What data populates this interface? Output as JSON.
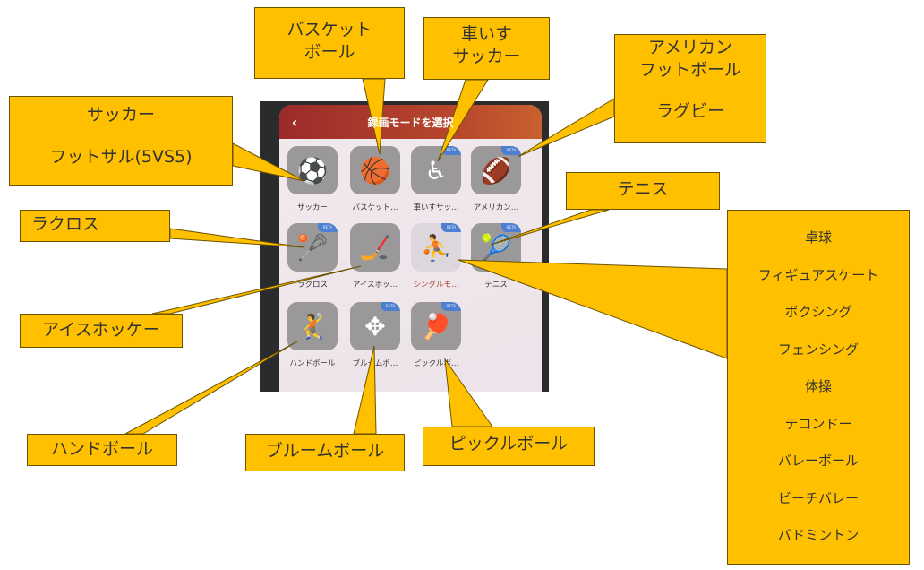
{
  "app": {
    "title": "録画モードを選択",
    "back_icon": "chevron-left-icon"
  },
  "tiles": [
    {
      "label": "サッカー",
      "icon": "⚽",
      "beta": false
    },
    {
      "label": "バスケット…",
      "icon": "🏀",
      "beta": false
    },
    {
      "label": "車いすサッ…",
      "icon": "♿",
      "beta": true
    },
    {
      "label": "アメリカン…",
      "icon": "🏈",
      "beta": true
    },
    {
      "label": "ラクロス",
      "icon": "🥍",
      "beta": true
    },
    {
      "label": "アイスホッ…",
      "icon": "🏒",
      "beta": false
    },
    {
      "label": "シングルモ…",
      "icon": "⛹",
      "beta": true,
      "selected": true
    },
    {
      "label": "テニス",
      "icon": "🎾",
      "beta": true
    },
    {
      "label": "ハンドボール",
      "icon": "🤾",
      "beta": false
    },
    {
      "label": "ブルームボ…",
      "icon": "✥",
      "beta": true
    },
    {
      "label": "ピックルボ…",
      "icon": "🏓",
      "beta": true
    }
  ],
  "beta_label": "BETA",
  "callouts": {
    "basketball": [
      "バスケット",
      "ボール"
    ],
    "wheelchair": [
      "車いす",
      "サッカー"
    ],
    "american": [
      "アメリカン",
      "フットボール",
      "",
      "ラグビー"
    ],
    "soccer": [
      "サッカー",
      "",
      "フットサル(5VS5)"
    ],
    "tennis": [
      "テニス"
    ],
    "lacrosse": [
      "ラクロス"
    ],
    "single": [
      "卓球",
      "フィギュアスケート",
      "ボクシング",
      "フェンシング",
      "体操",
      "テコンドー",
      "バレーボール",
      "ビーチバレー",
      "バドミントン"
    ],
    "hockey": [
      "アイスホッケー"
    ],
    "handball": [
      "ハンドボール"
    ],
    "broomball": [
      "ブルームボール"
    ],
    "pickleball": [
      "ピックルボール"
    ]
  },
  "colors": {
    "callout": "#ffc000",
    "header": "#9c2a2a",
    "beta": "#4f7fd0"
  }
}
